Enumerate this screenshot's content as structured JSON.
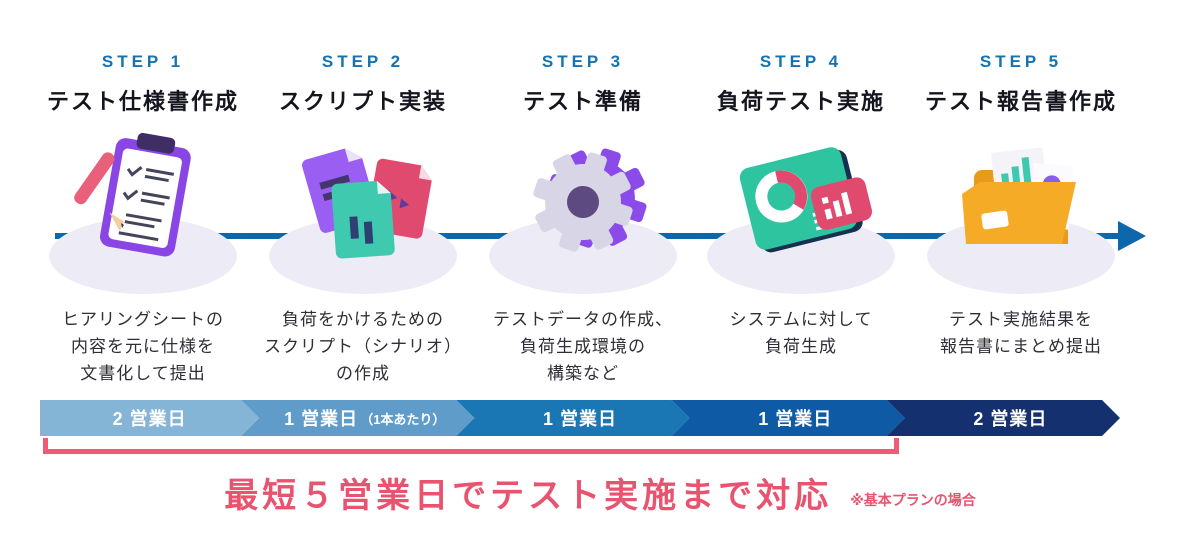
{
  "steps": [
    {
      "step_label": "STEP 1",
      "title": "テスト仕様書作成",
      "icon": "clipboard-pencil-icon",
      "description": "ヒアリングシートの\n内容を元に仕様を\n文書化して提出"
    },
    {
      "step_label": "STEP 2",
      "title": "スクリプト実装",
      "icon": "script-files-icon",
      "description": "負荷をかけるための\nスクリプト（シナリオ）\nの作成"
    },
    {
      "step_label": "STEP 3",
      "title": "テスト準備",
      "icon": "gear-icon",
      "description": "テストデータの作成、\n負荷生成環境の\n構築など"
    },
    {
      "step_label": "STEP 4",
      "title": "負荷テスト実施",
      "icon": "dashboard-chart-icon",
      "description": "システムに対して\n負荷生成"
    },
    {
      "step_label": "STEP 5",
      "title": "テスト報告書作成",
      "icon": "report-folder-icon",
      "description": "テスト実施結果を\n報告書にまとめ提出"
    }
  ],
  "timeline": {
    "segments": [
      {
        "label": "2 営業日",
        "note": "",
        "color": "#85b5d6"
      },
      {
        "label": "1 営業日",
        "note": "（1本あたり）",
        "color": "#5f9cc9"
      },
      {
        "label": "1 営業日",
        "note": "",
        "color": "#1b76b4"
      },
      {
        "label": "1 営業日",
        "note": "",
        "color": "#0e5aa4"
      },
      {
        "label": "2 営業日",
        "note": "",
        "color": "#14306e"
      }
    ]
  },
  "summary": {
    "headline": "最短５営業日でテスト実施まで対応",
    "note": "※基本プランの場合"
  },
  "colors": {
    "step_label_blue": "#1573b2",
    "connector_blue": "#0d67ab",
    "accent_pink": "#e8536f",
    "bracket_pink": "#ed5c77",
    "icon_shadow": "#edecf6"
  }
}
